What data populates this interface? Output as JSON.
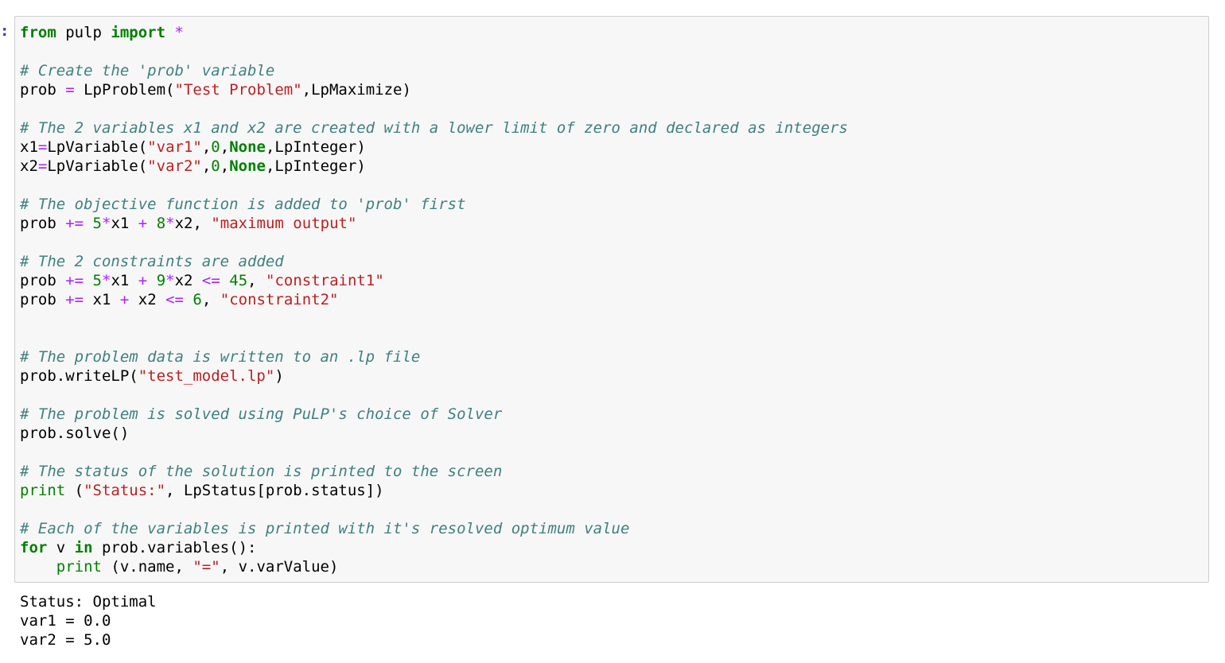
{
  "cell": {
    "prompt": ":",
    "lines": [
      [
        {
          "t": "from",
          "c": "kw"
        },
        {
          "t": " pulp ",
          "c": ""
        },
        {
          "t": "import",
          "c": "kw"
        },
        {
          "t": " ",
          "c": ""
        },
        {
          "t": "*",
          "c": "op"
        }
      ],
      [],
      [
        {
          "t": "# Create the 'prob' variable",
          "c": "cm"
        }
      ],
      [
        {
          "t": "prob ",
          "c": ""
        },
        {
          "t": "=",
          "c": "op"
        },
        {
          "t": " LpProblem(",
          "c": ""
        },
        {
          "t": "\"Test Problem\"",
          "c": "str"
        },
        {
          "t": ",LpMaximize)",
          "c": ""
        }
      ],
      [],
      [
        {
          "t": "# The 2 variables x1 and x2 are created with a lower limit of zero and declared as integers",
          "c": "cm"
        }
      ],
      [
        {
          "t": "x1",
          "c": ""
        },
        {
          "t": "=",
          "c": "op"
        },
        {
          "t": "LpVariable(",
          "c": ""
        },
        {
          "t": "\"var1\"",
          "c": "str"
        },
        {
          "t": ",",
          "c": ""
        },
        {
          "t": "0",
          "c": "num"
        },
        {
          "t": ",",
          "c": ""
        },
        {
          "t": "None",
          "c": "kw"
        },
        {
          "t": ",LpInteger)",
          "c": ""
        }
      ],
      [
        {
          "t": "x2",
          "c": ""
        },
        {
          "t": "=",
          "c": "op"
        },
        {
          "t": "LpVariable(",
          "c": ""
        },
        {
          "t": "\"var2\"",
          "c": "str"
        },
        {
          "t": ",",
          "c": ""
        },
        {
          "t": "0",
          "c": "num"
        },
        {
          "t": ",",
          "c": ""
        },
        {
          "t": "None",
          "c": "kw"
        },
        {
          "t": ",LpInteger)",
          "c": ""
        }
      ],
      [],
      [
        {
          "t": "# The objective function is added to 'prob' first",
          "c": "cm"
        }
      ],
      [
        {
          "t": "prob ",
          "c": ""
        },
        {
          "t": "+=",
          "c": "op"
        },
        {
          "t": " ",
          "c": ""
        },
        {
          "t": "5",
          "c": "num"
        },
        {
          "t": "*",
          "c": "op"
        },
        {
          "t": "x1 ",
          "c": ""
        },
        {
          "t": "+",
          "c": "op"
        },
        {
          "t": " ",
          "c": ""
        },
        {
          "t": "8",
          "c": "num"
        },
        {
          "t": "*",
          "c": "op"
        },
        {
          "t": "x2, ",
          "c": ""
        },
        {
          "t": "\"maximum output\"",
          "c": "str"
        }
      ],
      [],
      [
        {
          "t": "# The 2 constraints are added",
          "c": "cm"
        }
      ],
      [
        {
          "t": "prob ",
          "c": ""
        },
        {
          "t": "+=",
          "c": "op"
        },
        {
          "t": " ",
          "c": ""
        },
        {
          "t": "5",
          "c": "num"
        },
        {
          "t": "*",
          "c": "op"
        },
        {
          "t": "x1 ",
          "c": ""
        },
        {
          "t": "+",
          "c": "op"
        },
        {
          "t": " ",
          "c": ""
        },
        {
          "t": "9",
          "c": "num"
        },
        {
          "t": "*",
          "c": "op"
        },
        {
          "t": "x2 ",
          "c": ""
        },
        {
          "t": "<=",
          "c": "op"
        },
        {
          "t": " ",
          "c": ""
        },
        {
          "t": "45",
          "c": "num"
        },
        {
          "t": ", ",
          "c": ""
        },
        {
          "t": "\"constraint1\"",
          "c": "str"
        }
      ],
      [
        {
          "t": "prob ",
          "c": ""
        },
        {
          "t": "+=",
          "c": "op"
        },
        {
          "t": " x1 ",
          "c": ""
        },
        {
          "t": "+",
          "c": "op"
        },
        {
          "t": " x2 ",
          "c": ""
        },
        {
          "t": "<=",
          "c": "op"
        },
        {
          "t": " ",
          "c": ""
        },
        {
          "t": "6",
          "c": "num"
        },
        {
          "t": ", ",
          "c": ""
        },
        {
          "t": "\"constraint2\"",
          "c": "str"
        }
      ],
      [],
      [],
      [
        {
          "t": "# The problem data is written to an .lp file",
          "c": "cm"
        }
      ],
      [
        {
          "t": "prob.writeLP(",
          "c": ""
        },
        {
          "t": "\"test_model.lp\"",
          "c": "str"
        },
        {
          "t": ")",
          "c": ""
        }
      ],
      [],
      [
        {
          "t": "# The problem is solved using PuLP's choice of Solver",
          "c": "cm"
        }
      ],
      [
        {
          "t": "prob.solve()",
          "c": ""
        }
      ],
      [],
      [
        {
          "t": "# The status of the solution is printed to the screen",
          "c": "cm"
        }
      ],
      [
        {
          "t": "print",
          "c": "bi"
        },
        {
          "t": " (",
          "c": ""
        },
        {
          "t": "\"Status:\"",
          "c": "str"
        },
        {
          "t": ", LpStatus[prob.status])",
          "c": ""
        }
      ],
      [],
      [
        {
          "t": "# Each of the variables is printed with it's resolved optimum value",
          "c": "cm"
        }
      ],
      [
        {
          "t": "for",
          "c": "kw"
        },
        {
          "t": " v ",
          "c": ""
        },
        {
          "t": "in",
          "c": "kw"
        },
        {
          "t": " prob.variables():",
          "c": ""
        }
      ],
      [
        {
          "t": "    ",
          "c": ""
        },
        {
          "t": "print",
          "c": "bi"
        },
        {
          "t": " (v.name, ",
          "c": ""
        },
        {
          "t": "\"=\"",
          "c": "str"
        },
        {
          "t": ", v.varValue)",
          "c": ""
        }
      ]
    ]
  },
  "output": {
    "lines": [
      "Status: Optimal",
      "var1 = 0.0",
      "var2 = 5.0"
    ]
  }
}
